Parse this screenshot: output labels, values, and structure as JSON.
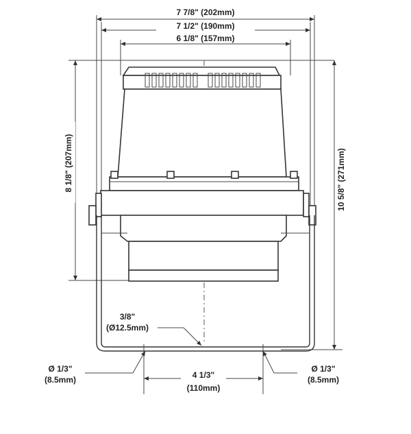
{
  "dimensions": {
    "overall_width": "7 7/8\" (202mm)",
    "bracket_width": "7 1/2\" (190mm)",
    "housing_width": "6 1/8\" (157mm)",
    "body_height": "8 1/8\" (207mm)",
    "overall_height": "10 5/8\" (271mm)",
    "center_hole_fraction": "3/8\"",
    "center_hole_mm": "(Ø12.5mm)",
    "left_hole_fraction": "Ø 1/3\"",
    "left_hole_mm": "(8.5mm)",
    "right_hole_fraction": "Ø 1/3\"",
    "right_hole_mm": "(8.5mm)",
    "hole_spacing_fraction": "4 1/3\"",
    "hole_spacing_mm": "(110mm)"
  }
}
